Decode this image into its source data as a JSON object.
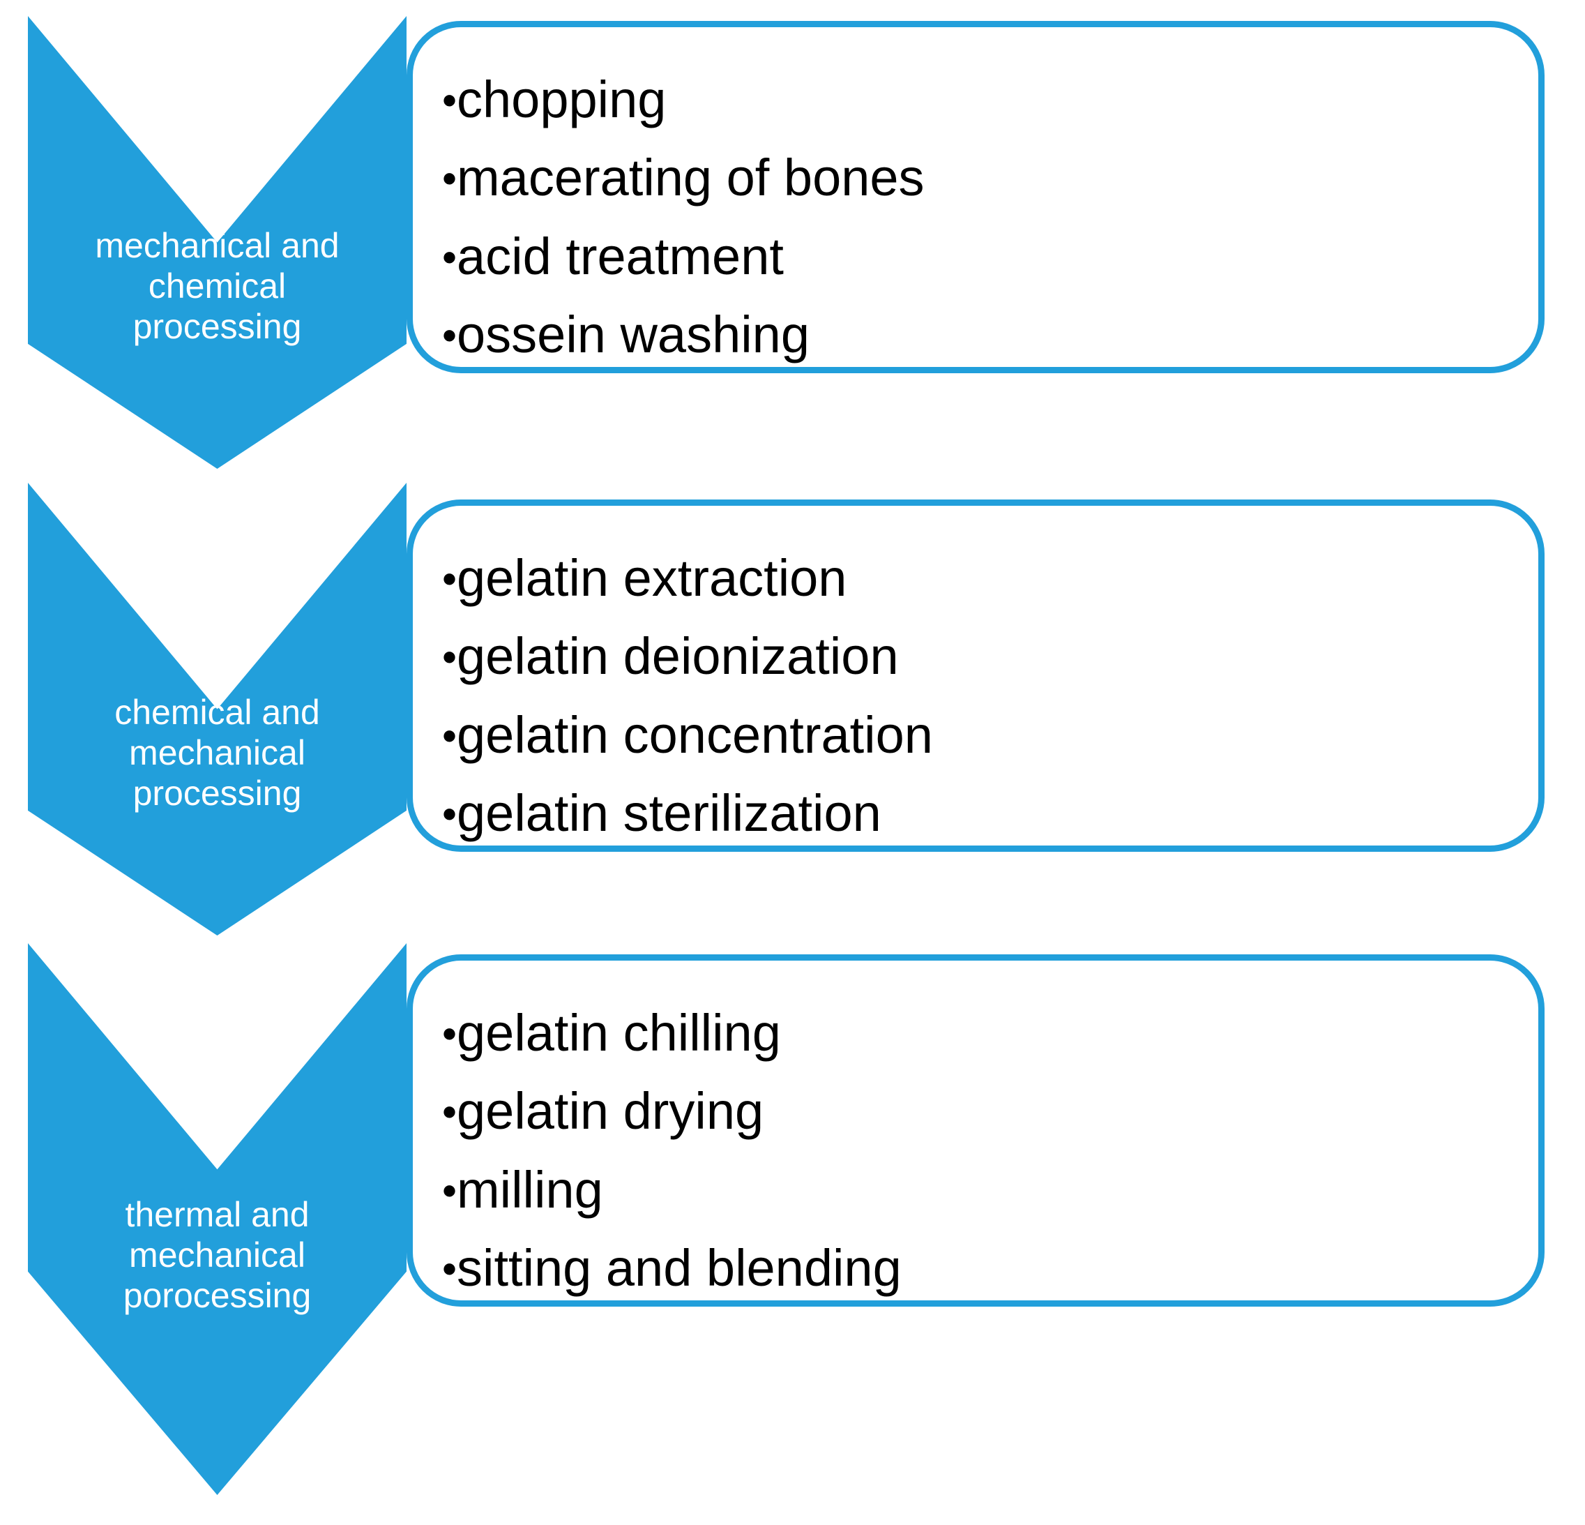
{
  "diagram": {
    "type": "chevron-process-flow",
    "accent_color": "#229FDB",
    "text_color_on_accent": "#FFFFFF",
    "text_color_on_white": "#000000",
    "bullet_glyph": "•",
    "stages": [
      {
        "label": "mechanical and\nchemical\nprocessing",
        "items": [
          "chopping",
          "macerating of bones",
          "acid treatment",
          "ossein washing"
        ]
      },
      {
        "label": "chemical and\nmechanical\nprocessing",
        "items": [
          "gelatin extraction",
          "gelatin deionization",
          "gelatin concentration",
          "gelatin sterilization"
        ]
      },
      {
        "label": "thermal and\nmechanical\nporocessing",
        "items": [
          "gelatin chilling",
          "gelatin drying",
          "milling",
          "sitting and blending"
        ]
      }
    ]
  }
}
